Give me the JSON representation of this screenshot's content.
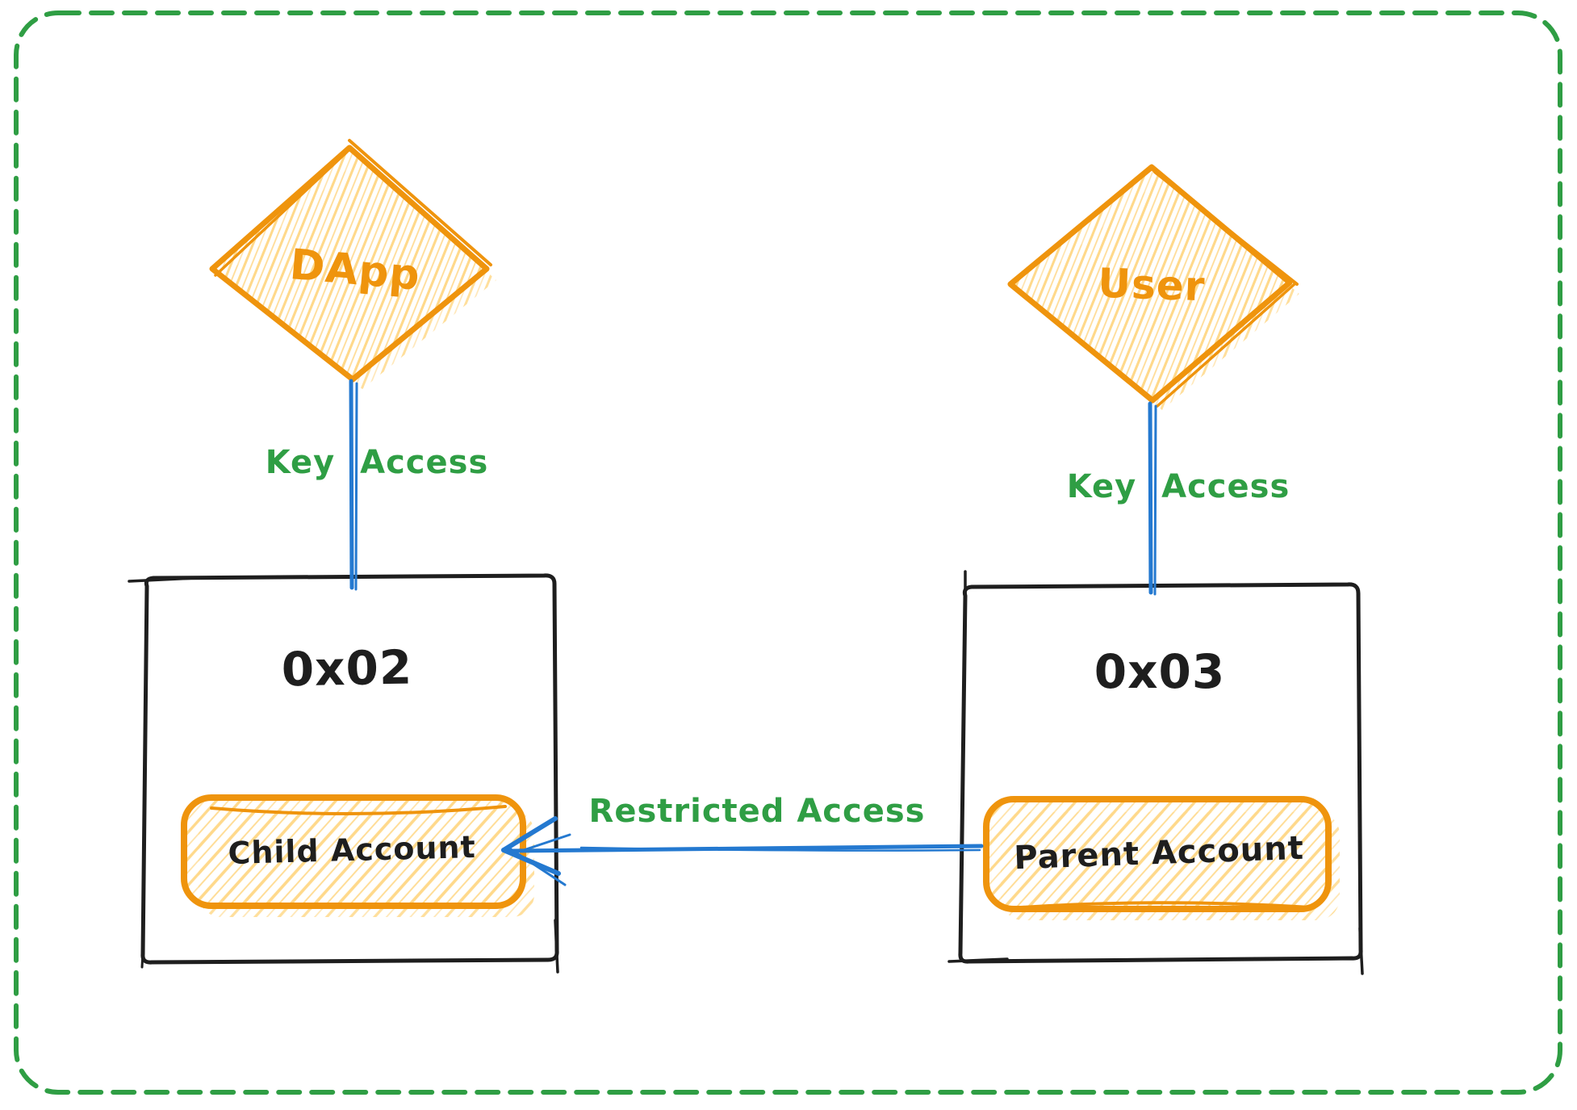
{
  "colors": {
    "ink": "#1e1e1e",
    "orange": "#ef940d",
    "orange_light": "#ffd98b",
    "green": "#2f9e44",
    "blue": "#2479d0",
    "canvas": "#ffffff"
  },
  "diagram": {
    "nodes": {
      "dapp": {
        "label": "DApp",
        "shape": "diamond"
      },
      "user": {
        "label": "User",
        "shape": "diamond"
      },
      "wallet_0x02": {
        "label": "0x02",
        "shape": "rectangle"
      },
      "wallet_0x03": {
        "label": "0x03",
        "shape": "rectangle"
      },
      "child_account": {
        "label": "Child Account",
        "shape": "rounded-rectangle",
        "container": "0x02"
      },
      "parent_account": {
        "label": "Parent Account",
        "shape": "rounded-rectangle",
        "container": "0x03"
      }
    },
    "edges": {
      "dapp_key_access": {
        "label": "Key Access",
        "from": "DApp",
        "to": "0x02"
      },
      "user_key_access": {
        "label": "Key Access",
        "from": "User",
        "to": "0x03"
      },
      "restricted_access": {
        "label": "Restricted Access",
        "from": "Parent Account",
        "to": "Child Account"
      }
    }
  }
}
